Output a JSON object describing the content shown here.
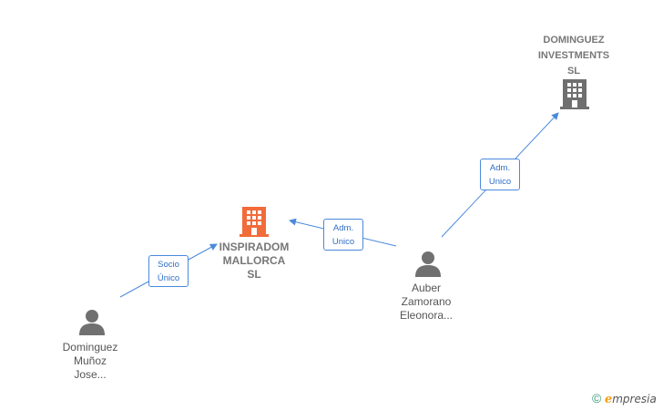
{
  "nodes": {
    "inspiradom": {
      "lines": [
        "INSPIRADOM",
        "MALLORCA",
        "SL"
      ],
      "color": "#f26b3a"
    },
    "dominguez_investments": {
      "lines": [
        "DOMINGUEZ",
        "INVESTMENTS",
        "SL"
      ],
      "color": "#6f6f6f"
    },
    "auber": {
      "lines": [
        "Auber",
        "Zamorano",
        "Eleonora..."
      ]
    },
    "dominguez_munoz": {
      "lines": [
        "Dominguez",
        "Muñoz",
        "Jose..."
      ]
    }
  },
  "edges": {
    "socio_unico": {
      "lines": [
        "Socio",
        "Único"
      ]
    },
    "adm_unico_inspiradom": {
      "lines": [
        "Adm.",
        "Unico"
      ]
    },
    "adm_unico_investments": {
      "lines": [
        "Adm.",
        "Unico"
      ]
    }
  },
  "colors": {
    "edge": "#4a89dc",
    "person": "#707070"
  },
  "brand": {
    "copyright": "©",
    "initial": "e",
    "name": "mpresia"
  }
}
